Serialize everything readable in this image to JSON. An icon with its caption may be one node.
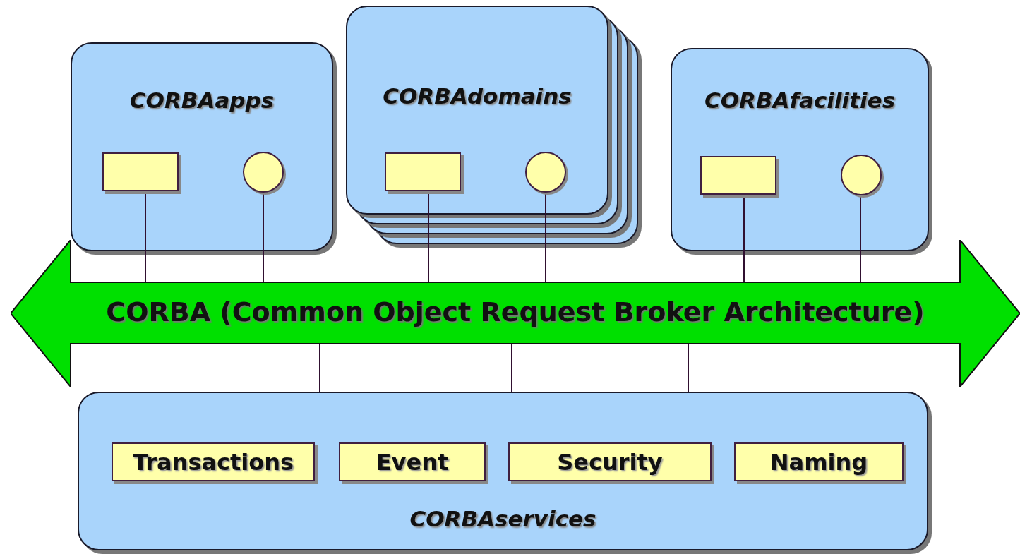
{
  "diagram": {
    "nodes": [
      {
        "text": [
          "CORBAapps"
        ]
      },
      {
        "text": [],
        "shape": "box",
        "in": 0
      },
      {
        "text": [],
        "shape": "circle",
        "in": 0
      },
      {
        "text": [
          "CORBAdomains"
        ]
      },
      {
        "text": [],
        "shape": "box",
        "in": 3
      },
      {
        "text": [],
        "shape": "circle",
        "in": 3
      },
      {
        "text": [
          "CORBAfacilities"
        ]
      },
      {
        "text": [],
        "shape": "box",
        "in": 6
      },
      {
        "text": [],
        "shape": "circle",
        "in": 6
      },
      {
        "text": [
          "CORBA (Common Object Request Broker Architecture)"
        ]
      },
      {
        "text": [
          "CORBAservices"
        ]
      },
      {
        "text": [
          "Transactions"
        ],
        "in": 10
      },
      {
        "text": [
          "Event"
        ],
        "in": 10
      },
      {
        "text": [
          "Security"
        ],
        "in": 10
      },
      {
        "text": [
          "Naming"
        ],
        "in": 10
      }
    ],
    "edges": [
      {
        "from": 1,
        "to": 9,
        "arrow": "none"
      },
      {
        "from": 2,
        "to": 9,
        "arrow": "none"
      },
      {
        "from": 4,
        "to": 9,
        "arrow": "none"
      },
      {
        "from": 5,
        "to": 9,
        "arrow": "none"
      },
      {
        "from": 7,
        "to": 9,
        "arrow": "none"
      },
      {
        "from": 8,
        "to": 9,
        "arrow": "none"
      },
      {
        "from": 9,
        "to": 10,
        "arrow": "none"
      },
      {
        "from": 9,
        "to": 10,
        "arrow": "none"
      },
      {
        "from": 9,
        "to": 10,
        "arrow": "none"
      }
    ]
  }
}
